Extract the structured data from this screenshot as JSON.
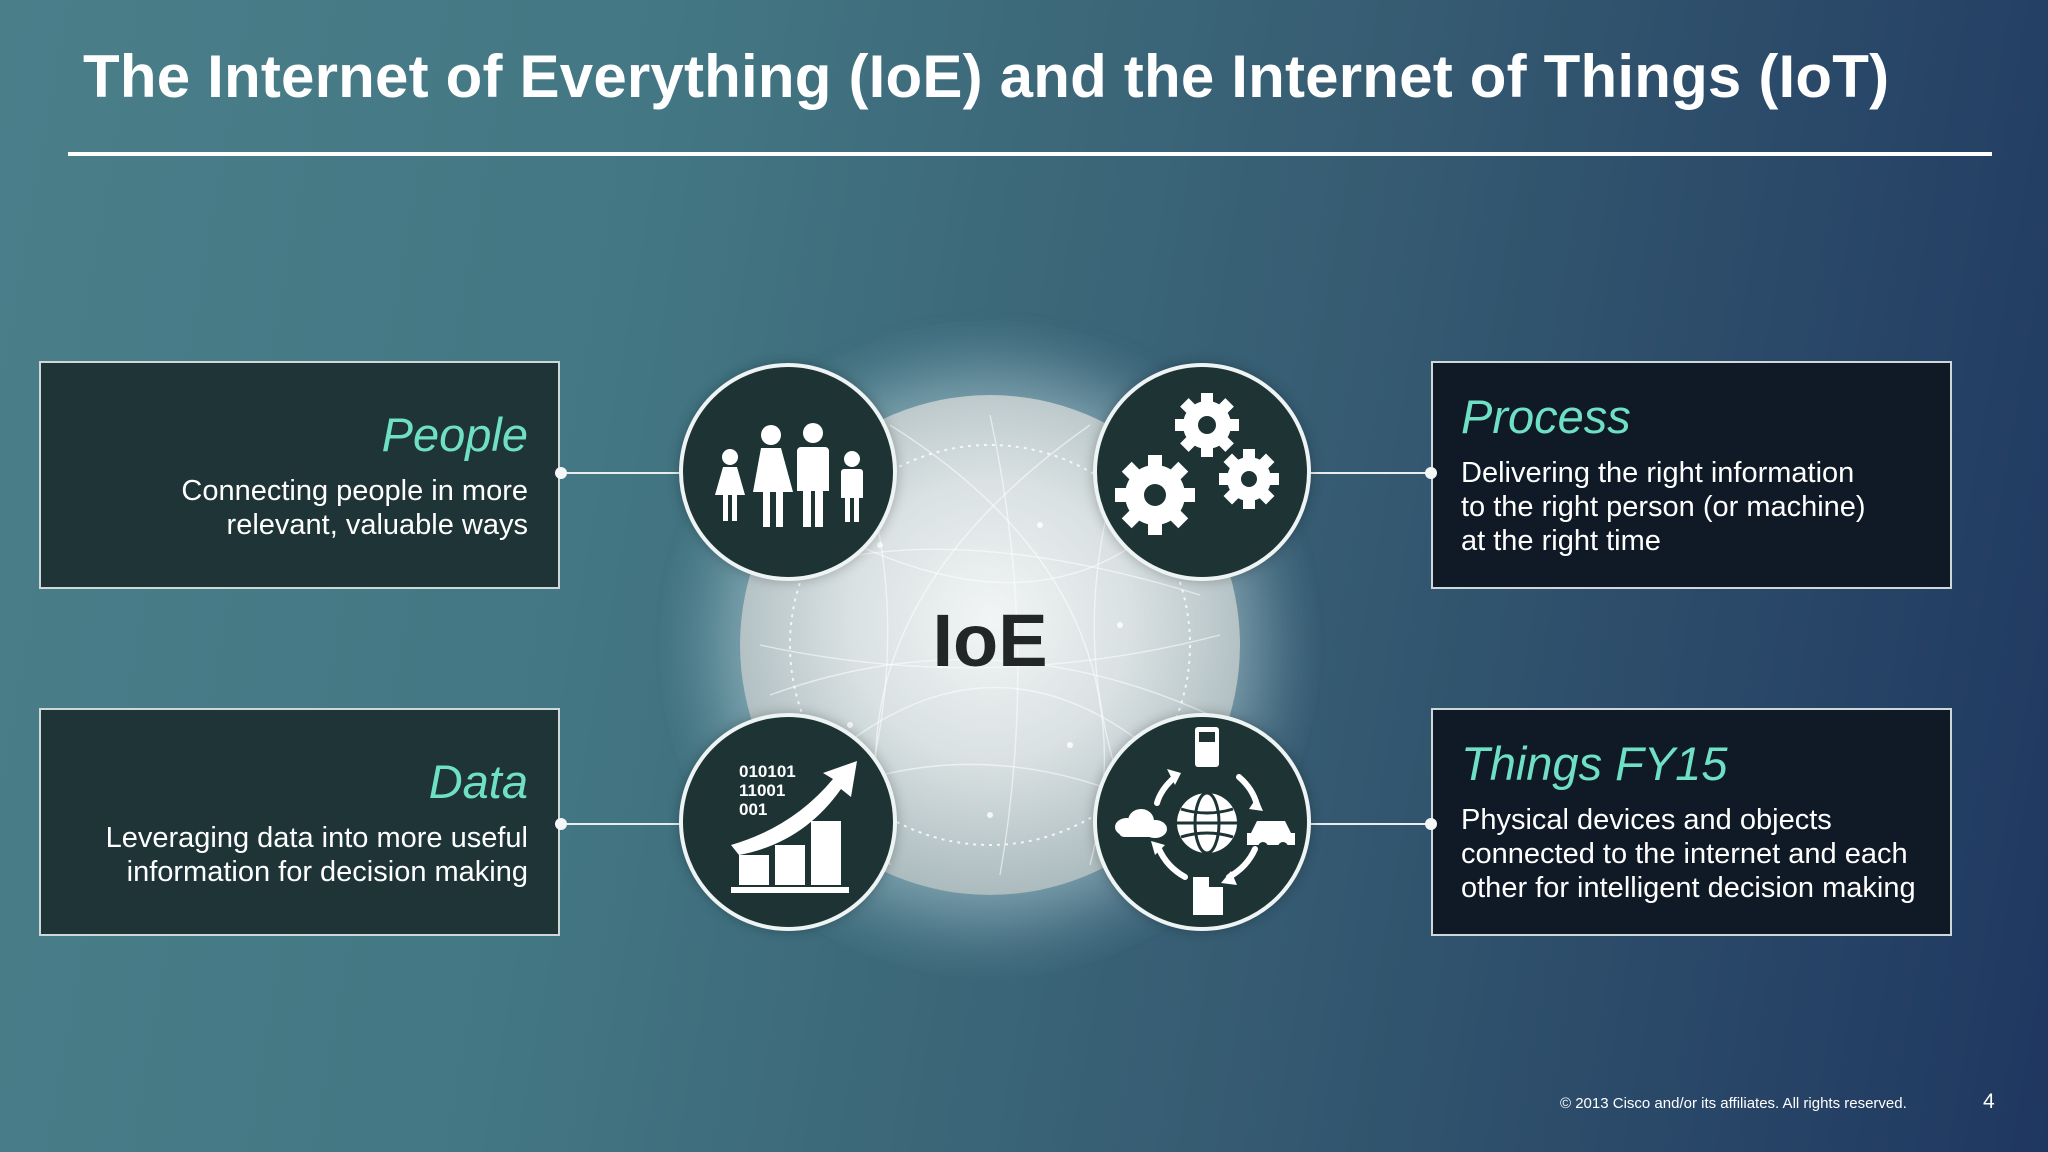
{
  "slide": {
    "title": "The Internet of Everything (IoE) and the Internet of Things (IoT)",
    "center_label": "IoE",
    "footer": "© 2013 Cisco and/or its affiliates. All rights reserved.",
    "page_number": "4"
  },
  "cards": {
    "people": {
      "heading": "People",
      "line1": "Connecting people in more",
      "line2": "relevant, valuable ways"
    },
    "process": {
      "heading": "Process",
      "line1": "Delivering the right information",
      "line2": "to the right person (or machine)",
      "line3": "at the right time"
    },
    "data": {
      "heading": "Data",
      "line1": "Leveraging data into more useful",
      "line2": "information for decision making"
    },
    "things": {
      "heading": "Things FY15",
      "line1": "Physical devices and objects",
      "line2": "connected to the internet and each",
      "line3": "other for intelligent decision making"
    }
  },
  "binary_text": {
    "row1": "010101",
    "row2": "11001",
    "row3": "001"
  },
  "icons": {
    "people": "family-icon",
    "process": "gears-icon",
    "data": "growth-chart-icon",
    "things": "connected-devices-icon"
  },
  "colors": {
    "accent": "#6fe0c6",
    "card_border": "#cfd7d8",
    "node_fill": "#1e3334"
  }
}
